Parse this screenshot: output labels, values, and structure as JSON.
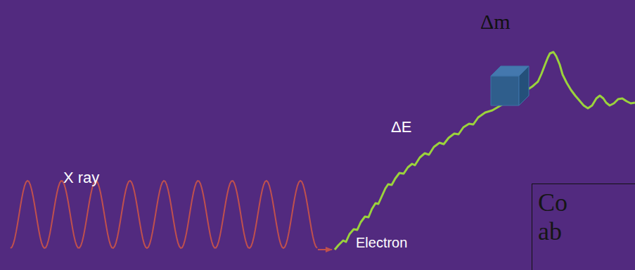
{
  "diagram": {
    "nodes": [
      {
        "text": [
          "Co ab"
        ]
      }
    ],
    "labels": [
      "X ray",
      "Electron",
      "ΔE",
      "Δm"
    ]
  }
}
